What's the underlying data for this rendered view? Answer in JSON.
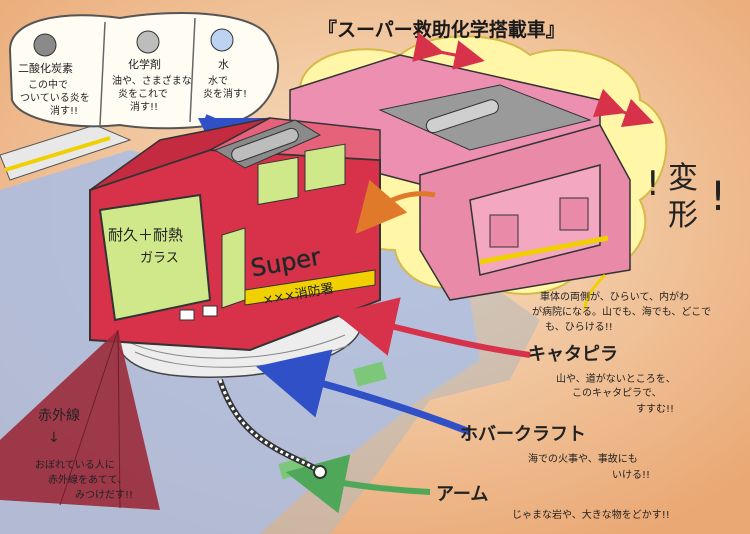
{
  "title": "『スーパー救助化学搭載車』",
  "bubble": {
    "items": [
      {
        "name": "二酸化炭素",
        "desc1": "この中で",
        "desc2": "ついている炎を",
        "desc3": "消す!!"
      },
      {
        "name": "化学剤",
        "desc1": "油や、さまざまな",
        "desc2": "炎をこれで",
        "desc3": "消す!!"
      },
      {
        "name": "水",
        "desc1": "水で",
        "desc2": "炎を消す!",
        "desc3": ""
      }
    ]
  },
  "transform": {
    "label1": "変",
    "label2": "形",
    "mark": "!"
  },
  "truck": {
    "windshield_text1": "耐久＋耐熱",
    "windshield_text2": "ガラス",
    "side_text": "Super",
    "side_text2": "×××消防署"
  },
  "expand_note": {
    "line1": "車体の両側が、ひらいて、内がわ",
    "line2": "が病院になる。山でも、海でも、どこで",
    "line3": "も、ひらける!!"
  },
  "features": [
    {
      "name": "キャタピラ",
      "color": "#1b8a3a",
      "line1": "山や、道がないところを、",
      "line2": "このキャタピラで、",
      "line3": "すすむ!!"
    },
    {
      "name": "ホバークラフト",
      "color": "#2a56c6",
      "line1": "海での火事や、事故にも",
      "line2": "いける!!",
      "line3": ""
    },
    {
      "name": "アーム",
      "color": "#d23a3a",
      "line1": "じゃまな岩や、大きな物をどかす!!",
      "line2": "",
      "line3": ""
    }
  ],
  "infrared": {
    "label": "赤外線",
    "arrow": "↓",
    "line1": "おぼれている人に",
    "line2": "赤外線をあてて、",
    "line3": "みつけだす!!"
  },
  "colors": {
    "background": "#f3c9a3",
    "truck_red": "#d8324a",
    "truck_pink": "#ec8fb0",
    "window_green": "#cfe88a",
    "water_blue": "#9fb7e0",
    "arrow_blue": "#3050c8",
    "arrow_red": "#d8324a",
    "arrow_orange": "#e07a2a",
    "arrow_green": "#4fa85a"
  }
}
